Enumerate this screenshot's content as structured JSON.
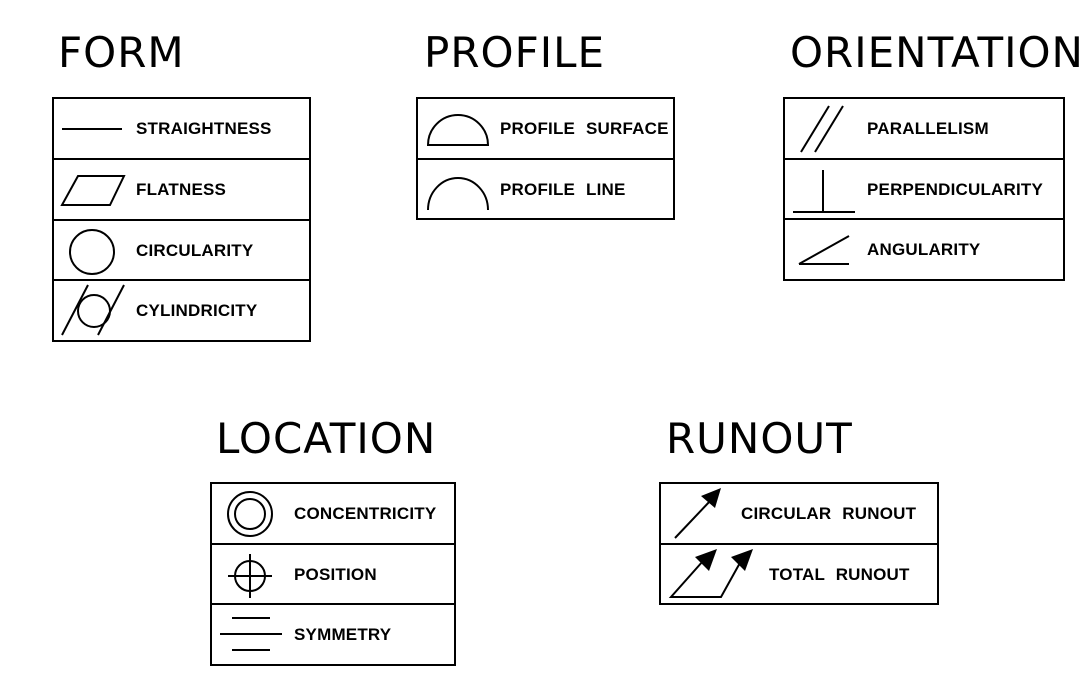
{
  "groups": {
    "form": {
      "title": "FORM",
      "items": [
        {
          "label": "STRAIGHTNESS",
          "icon": "straightness-icon"
        },
        {
          "label": "FLATNESS",
          "icon": "flatness-icon"
        },
        {
          "label": "CIRCULARITY",
          "icon": "circularity-icon"
        },
        {
          "label": "CYLINDRICITY",
          "icon": "cylindricity-icon"
        }
      ]
    },
    "profile": {
      "title": "PROFILE",
      "items": [
        {
          "label": "PROFILE SURFACE",
          "icon": "profile-surface-icon"
        },
        {
          "label": "PROFILE LINE",
          "icon": "profile-line-icon"
        }
      ]
    },
    "orientation": {
      "title": "ORIENTATION",
      "items": [
        {
          "label": "PARALLELISM",
          "icon": "parallelism-icon"
        },
        {
          "label": "PERPENDICULARITY",
          "icon": "perpendicularity-icon"
        },
        {
          "label": "ANGULARITY",
          "icon": "angularity-icon"
        }
      ]
    },
    "location": {
      "title": "LOCATION",
      "items": [
        {
          "label": "CONCENTRICITY",
          "icon": "concentricity-icon"
        },
        {
          "label": "POSITION",
          "icon": "position-icon"
        },
        {
          "label": "SYMMETRY",
          "icon": "symmetry-icon"
        }
      ]
    },
    "runout": {
      "title": "RUNOUT",
      "items": [
        {
          "label": "CIRCULAR RUNOUT",
          "icon": "circular-runout-icon"
        },
        {
          "label": "TOTAL RUNOUT",
          "icon": "total-runout-icon"
        }
      ]
    }
  },
  "colors": {
    "ink": "#000000",
    "background": "#ffffff"
  }
}
